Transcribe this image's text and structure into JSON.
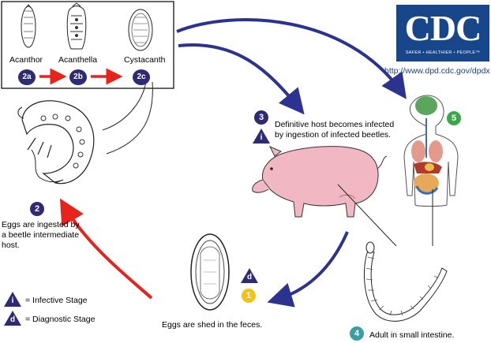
{
  "logo": {
    "letters": "CDC",
    "tagline": "SAFER • HEALTHIER • PEOPLE™",
    "url": "http://www.dpd.cdc.gov/dpdx",
    "color": "#17468a"
  },
  "stages_2": [
    {
      "badge": "2a",
      "label": "Acanthor"
    },
    {
      "badge": "2b",
      "label": "Acanthella"
    },
    {
      "badge": "2c",
      "label": "Cystacanth"
    }
  ],
  "step2": {
    "badge": "2",
    "text_line1": "Eggs are ingested by",
    "text_line2": "a beetle intermediate",
    "text_line3": "host."
  },
  "step3": {
    "badge": "3",
    "text_line1": "Definitive host becomes infected",
    "text_line2": "by ingestion of infected beetles.",
    "stage_marker": "i"
  },
  "step4": {
    "badge": "4",
    "text": "Adult in small intestine."
  },
  "step5": {
    "badge": "5"
  },
  "step1": {
    "badge": "1",
    "text": "Eggs are shed in the feces.",
    "stage_marker": "d"
  },
  "legend": {
    "infective": {
      "marker": "i",
      "text": "= Infective Stage"
    },
    "diagnostic": {
      "marker": "d",
      "text": "= Diagnostic Stage"
    }
  },
  "colors": {
    "navy": "#2e2a74",
    "arrow_blue": "#2b3290",
    "arrow_red": "#e8231c",
    "green_badge": "#3aa84a",
    "teal_badge": "#3a9ea4",
    "yellow_badge": "#f2c21a"
  }
}
